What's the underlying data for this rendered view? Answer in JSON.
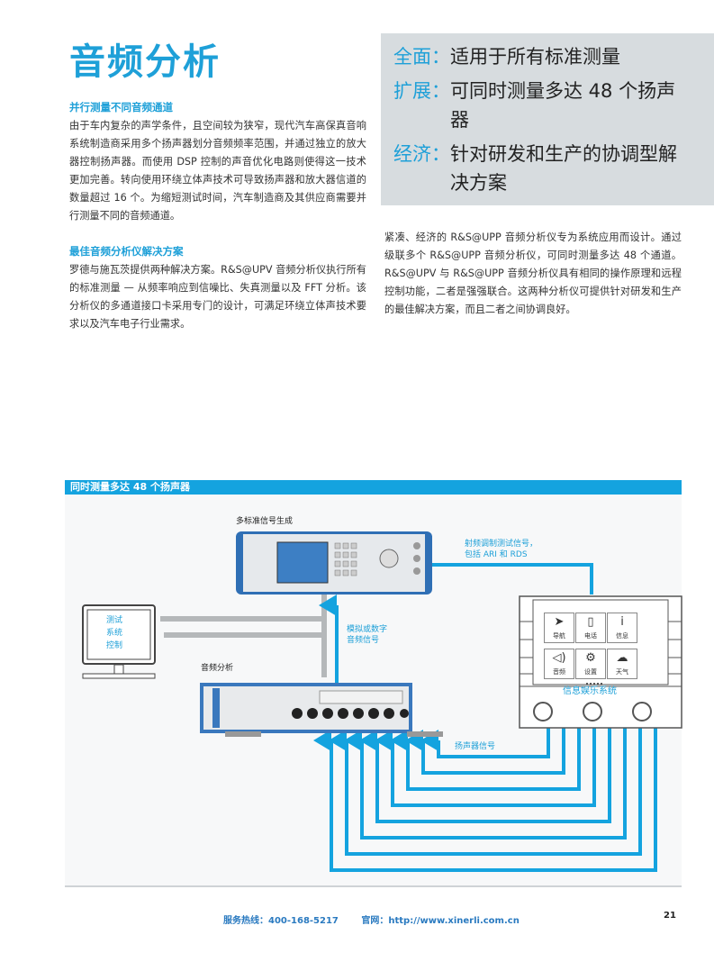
{
  "title": "音频分析",
  "highlights": [
    {
      "key": "全面：",
      "value": "适用于所有标准测量"
    },
    {
      "key": "扩展：",
      "value": "可同时测量多达 48 个扬声器"
    },
    {
      "key": "经济：",
      "value": "针对研发和生产的协调型解决方案"
    }
  ],
  "sections": [
    {
      "heading": "并行测量不同音频通道",
      "body": "由于车内复杂的声学条件，且空间较为狭窄，现代汽车高保真音响系统制造商采用多个扬声器划分音频频率范围，并通过独立的放大器控制扬声器。而使用 DSP 控制的声音优化电路则使得这一技术更加完善。转向使用环绕立体声技术可导致扬声器和放大器信道的数量超过 16 个。为缩短测试时间，汽车制造商及其供应商需要并行测量不同的音频通道。"
    },
    {
      "heading": "最佳音频分析仪解决方案",
      "body": "罗德与施瓦茨提供两种解决方案。R&S@UPV 音频分析仪执行所有的标准测量 — 从频率响应到信噪比、失真测量以及 FFT 分析。该分析仪的多通道接口卡采用专门的设计，可满足环绕立体声技术要求以及汽车电子行业需求。"
    },
    {
      "heading": "",
      "body": "紧凑、经济的 R&S@UPP 音频分析仪专为系统应用而设计。通过级联多个 R&S@UPP 音频分析仪，可同时测量多达 48 个通道。R&S@UPV 与 R&S@UPP 音频分析仪具有相同的操作原理和远程控制功能，二者是强强联合。这两种分析仪可提供针对研发和生产的最佳解决方案，而且二者之间协调良好。"
    }
  ],
  "diagram": {
    "title": "同时测量多达 48 个扬声器",
    "generator_label": "多标准信号生成",
    "analyzer_label": "音频分析",
    "rf_label_1": "射频调制测试信号，",
    "rf_label_2": "包括 ARI 和 RDS",
    "audio_label_1": "模拟或数字",
    "audio_label_2": "音频信号",
    "monitor_lines": [
      "测试",
      "系统",
      "控制"
    ],
    "speaker_label": "扬声器信号",
    "infotainment_label": "信息娱乐系统",
    "tiles": [
      {
        "icon": "➤",
        "label": "导航"
      },
      {
        "icon": "▯",
        "label": "电话"
      },
      {
        "icon": "i",
        "label": "信息"
      },
      {
        "icon": "◁)",
        "label": "音频"
      },
      {
        "icon": "⚙",
        "label": "设置"
      },
      {
        "icon": "☁",
        "label": "天气"
      }
    ],
    "line_color": "#14a3df"
  },
  "footer": {
    "hotline": "服务热线：400-168-5217",
    "website": "官网：http://www.xinerli.com.cn",
    "page": "21"
  }
}
